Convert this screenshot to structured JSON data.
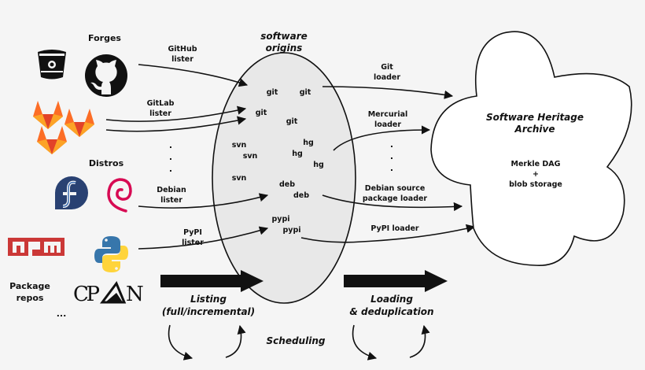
{
  "sources": {
    "forges_title": "Forges",
    "distros_title": "Distros",
    "package_repos_title_line1": "Package",
    "package_repos_title_line2": "repos",
    "package_repos_more": "...",
    "cpan_label": "CPAN",
    "npm_label": "npm",
    "logos": [
      "bitbucket-logo",
      "github-logo",
      "gitlab-logo",
      "gitlab-logo",
      "gitlab-logo",
      "fedora-logo",
      "debian-logo",
      "npm-logo",
      "python-logo",
      "cpan-logo"
    ]
  },
  "listers": [
    {
      "line1": "GitHub",
      "line2": "lister"
    },
    {
      "line1": "GitLab",
      "line2": "lister"
    },
    {
      "line1": "Debian",
      "line2": "lister"
    },
    {
      "line1": "PyPI",
      "line2": "lister"
    }
  ],
  "lister_ellipsis": ".",
  "origins": {
    "title_line1": "software",
    "title_line2": "origins",
    "items": [
      "git",
      "git",
      "git",
      "git",
      "svn",
      "svn",
      "svn",
      "hg",
      "hg",
      "hg",
      "deb",
      "deb",
      "pypi",
      "pypi"
    ]
  },
  "loaders": [
    {
      "line1": "Git",
      "line2": "loader"
    },
    {
      "line1": "Mercurial",
      "line2": "loader"
    },
    {
      "line1": "Debian source",
      "line2": "package loader"
    },
    {
      "line1": "PyPI loader",
      "line2": ""
    }
  ],
  "loader_ellipsis": ".",
  "archive": {
    "title_line1": "Software Heritage",
    "title_line2": "Archive",
    "body_line1": "Merkle DAG",
    "body_line2": "+",
    "body_line3": "blob storage"
  },
  "phases": {
    "listing_line1": "Listing",
    "listing_line2": "(full/incremental)",
    "loading_line1": "Loading",
    "loading_line2": "& deduplication",
    "scheduling": "Scheduling"
  },
  "colors": {
    "background": "#f5f5f5",
    "origins_fill": "#e8e8e8",
    "archive_fill": "#ffffff",
    "gitlab_orange": "#e24329",
    "gitlab_light": "#fca326",
    "gitlab_mid": "#fc6d26",
    "fedora_blue": "#294172",
    "fedora_light": "#3c6eb4",
    "debian_red": "#d70a53",
    "npm_red": "#cb3837",
    "python_blue": "#3776ab",
    "python_yellow": "#ffd43b"
  }
}
